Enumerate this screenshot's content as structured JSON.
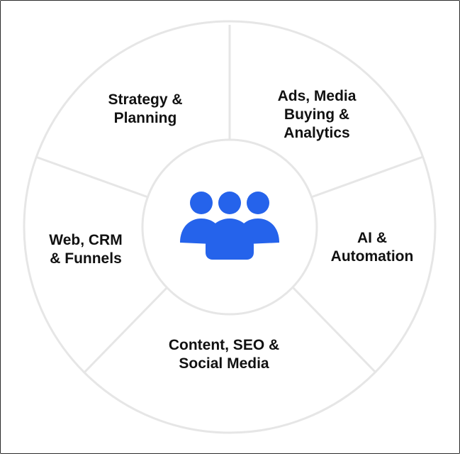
{
  "segments": [
    {
      "id": "strategy",
      "lines": [
        "Strategy &",
        "Planning"
      ]
    },
    {
      "id": "ads",
      "lines": [
        "Ads, Media",
        "Buying &",
        "Analytics"
      ]
    },
    {
      "id": "ai",
      "lines": [
        "AI &",
        "Automation"
      ]
    },
    {
      "id": "content",
      "lines": [
        "Content, SEO &",
        "Social Media"
      ]
    },
    {
      "id": "web",
      "lines": [
        "Web, CRM",
        "& Funnels"
      ]
    }
  ],
  "center": {
    "icon": "team-users-icon"
  },
  "colors": {
    "accent": "#2563eb",
    "ring_stroke": "#e6e6e6",
    "text": "#111111",
    "frame": "#2b2b2b"
  }
}
